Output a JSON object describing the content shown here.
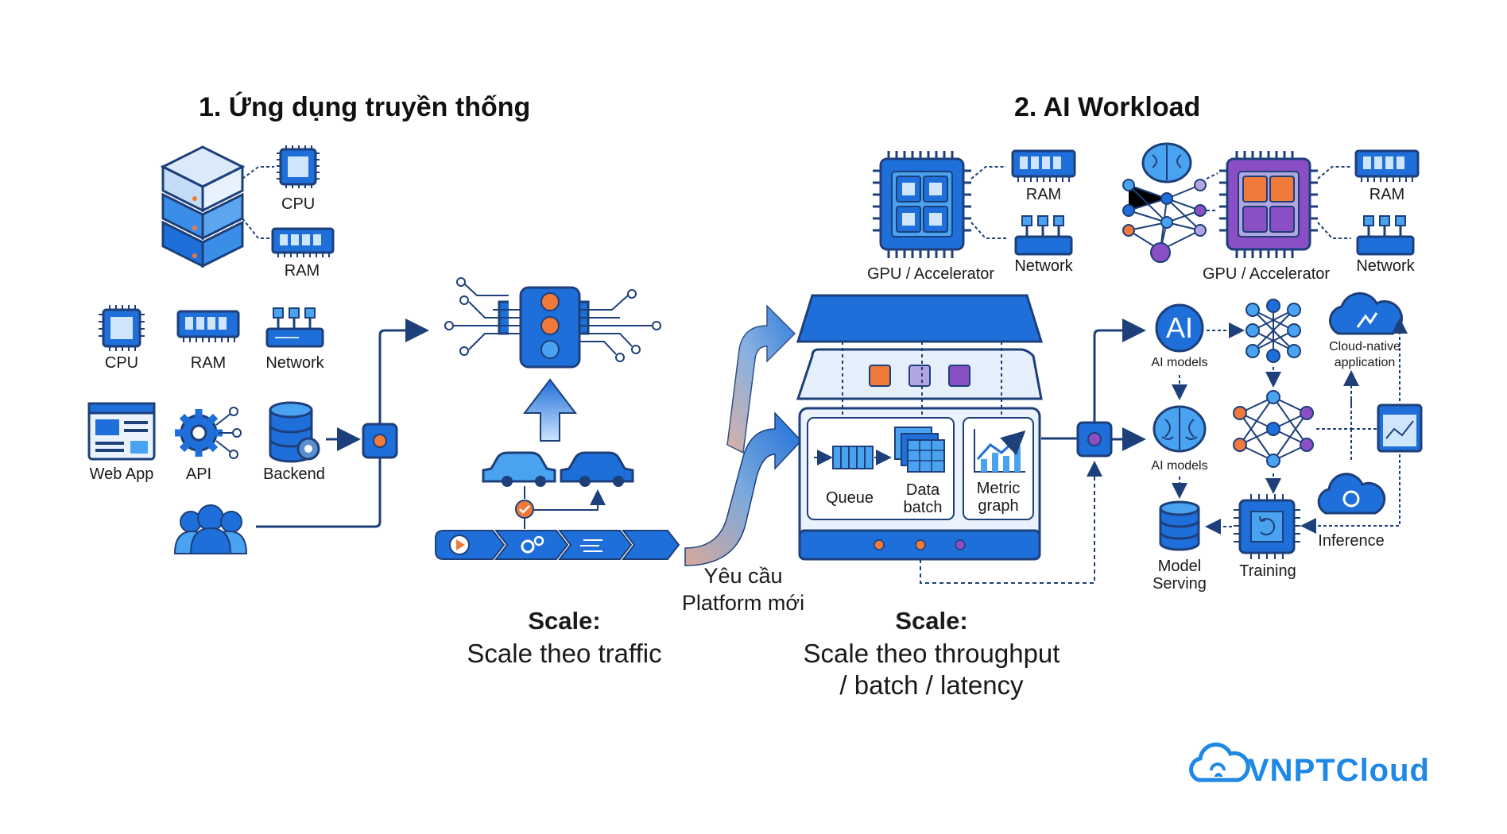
{
  "titles": {
    "traditional": "1. Ứng dụng truyền thống",
    "ai": "2. AI Workload"
  },
  "traditional": {
    "server_cpu": "CPU",
    "server_ram": "RAM",
    "cpu": "CPU",
    "ram": "RAM",
    "network": "Network",
    "web_app": "Web App",
    "api": "API",
    "backend": "Backend"
  },
  "ai": {
    "gpu1": "GPU / Accelerator",
    "ram1": "RAM",
    "network1": "Network",
    "gpu2": "GPU / Accelerator",
    "ram2": "RAM",
    "network2": "Network",
    "ai_badge": "AI",
    "ai_models_1": "AI models",
    "ai_models_2": "AI models",
    "cloud_native_1": "Cloud-native",
    "cloud_native_2": "application",
    "model_serving_1": "Model",
    "model_serving_2": "Serving",
    "training": "Training",
    "inference": "Inference"
  },
  "platform": {
    "queue": "Queue",
    "data_batch_1": "Data",
    "data_batch_2": "batch",
    "metric_graph_1": "Metric",
    "metric_graph_2": "graph"
  },
  "transition": {
    "line1": "Yêu cầu",
    "line2": "Platform mới"
  },
  "scale_left": {
    "bold": "Scale:",
    "text": "Scale theo traffic"
  },
  "scale_right": {
    "bold": "Scale:",
    "line1": "Scale theo throughput",
    "line2": "/ batch / latency"
  },
  "brand": {
    "name": "VNPTCloud"
  },
  "colors": {
    "primary": "#1e6fd9",
    "light": "#4aa3f0",
    "accent_orange": "#f07a3a",
    "accent_purple": "#8a4fc4",
    "accent_lavender": "#b3a6e0",
    "brand": "#1e88e5"
  }
}
